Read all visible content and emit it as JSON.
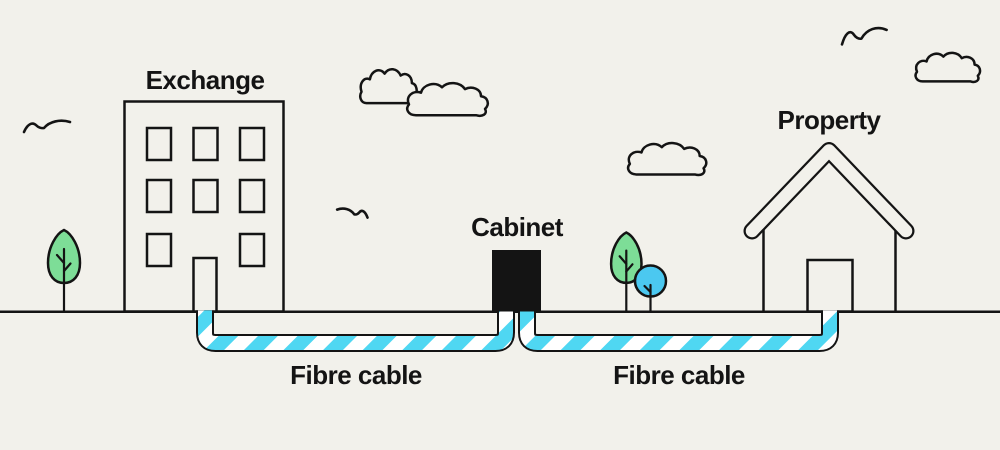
{
  "page": {
    "type": "fibre-broadband-network-diagram"
  },
  "labels": {
    "exchange": "Exchange",
    "cabinet": "Cabinet",
    "property": "Property",
    "fibre_cable_left": "Fibre cable",
    "fibre_cable_right": "Fibre cable"
  },
  "connections": [
    {
      "from": "Exchange",
      "via": "Fibre cable",
      "to": "Cabinet"
    },
    {
      "from": "Cabinet",
      "via": "Fibre cable",
      "to": "Property"
    }
  ],
  "colors": {
    "background": "#F2F1EB",
    "line": "#141414",
    "cabinet_fill": "#141414",
    "cable_stripe_cyan": "#4FD7F2",
    "cable_stripe_white": "#FFFFFF",
    "tree_green": "#7DDD97",
    "tree_blue": "#4BC8F0"
  }
}
